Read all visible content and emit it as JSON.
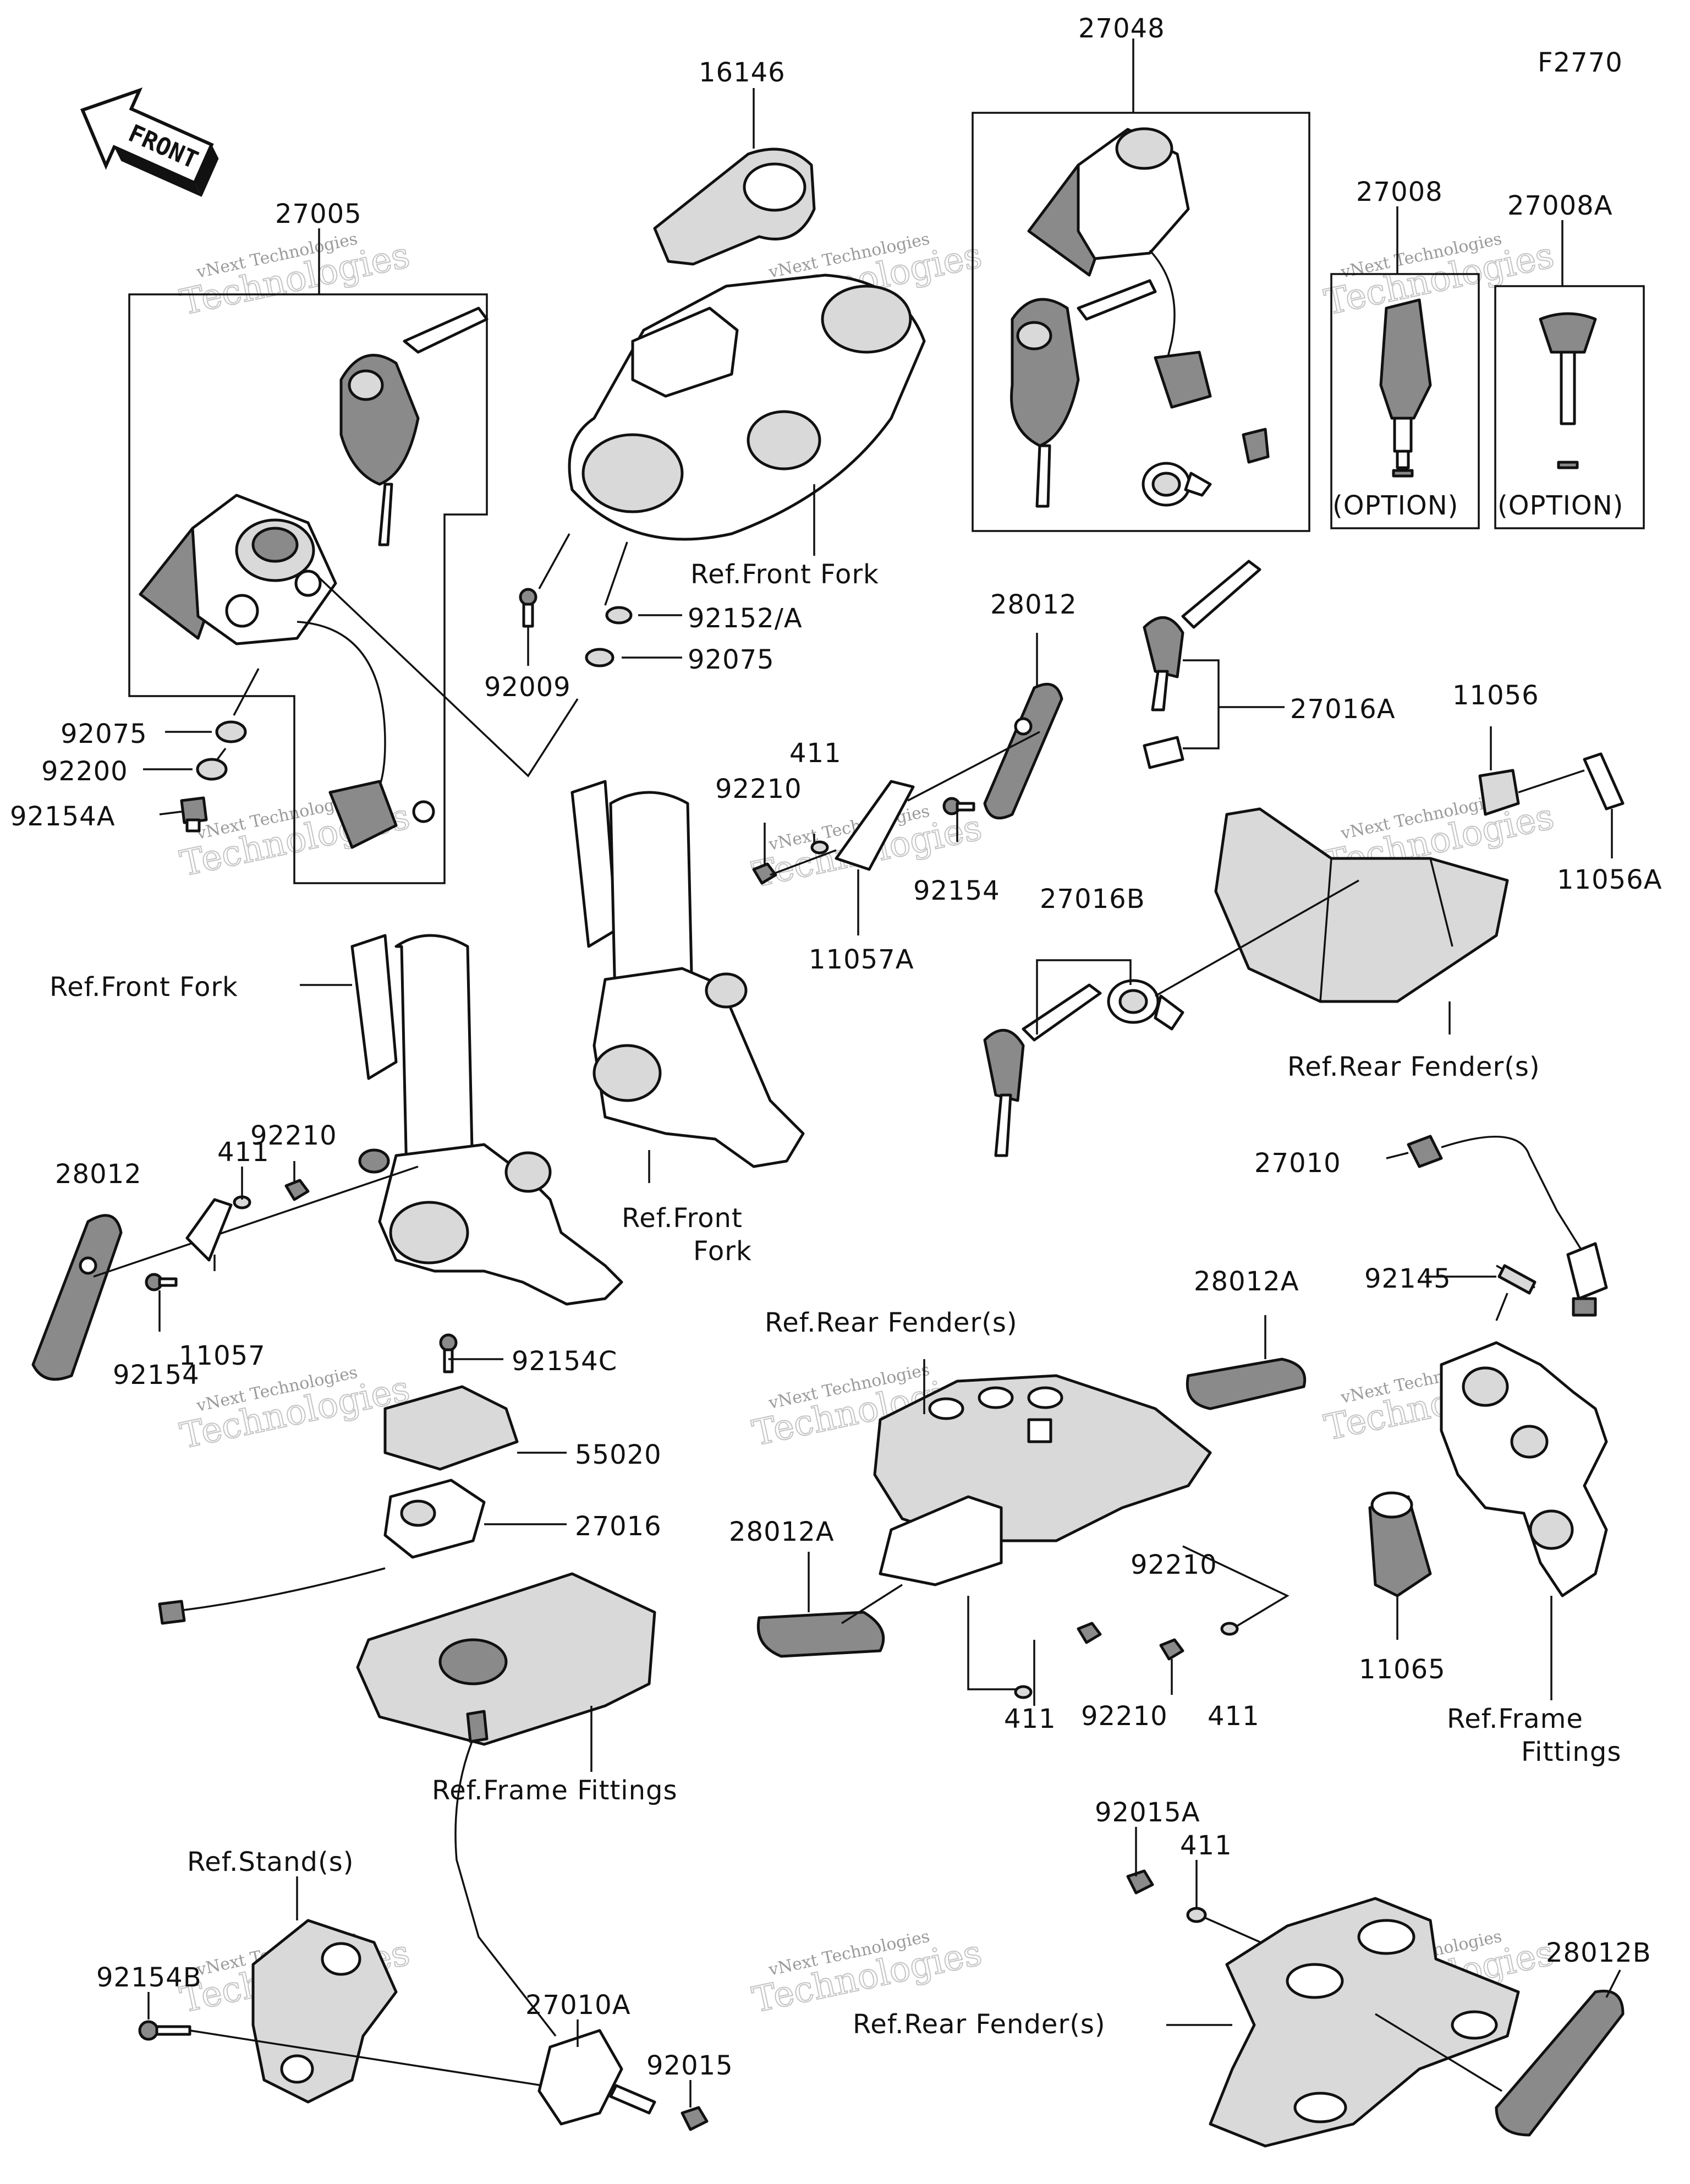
{
  "figure_code": "F2770",
  "front_arrow_label": "FRONT",
  "watermark": {
    "line1": "vNext Technologies",
    "line2": "Technologies"
  },
  "labels": {
    "p16146": "16146",
    "p27048": "27048",
    "p27008": "27008",
    "p27008A": "27008A",
    "p27005": "27005",
    "option_a": "(OPTION)",
    "option_b": "(OPTION)",
    "ref_front_fork_top": "Ref.Front Fork",
    "p92152A": "92152/A",
    "p92075_top": "92075",
    "p92009": "92009",
    "p92075_left": "92075",
    "p92200": "92200",
    "p92154A": "92154A",
    "p28012_top": "28012",
    "p411_top": "411",
    "p92210_top": "92210",
    "p92154_mid": "92154",
    "p11057A": "11057A",
    "p27016A": "27016A",
    "p11056": "11056",
    "p11056A": "11056A",
    "p27016B": "27016B",
    "ref_front_fork_left": "Ref.Front Fork",
    "ref_rear_fender_right": "Ref.Rear Fender(s)",
    "p92210_left": "92210",
    "p411_left": "411",
    "p28012_left": "28012",
    "ref_front_fork_mid_1": "Ref.Front",
    "ref_front_fork_mid_2": "Fork",
    "p27010": "27010",
    "p92145": "92145",
    "p92154_left": "92154",
    "p11057": "11057",
    "p92154C": "92154C",
    "p55020": "55020",
    "p27016": "27016",
    "ref_rear_fender_mid": "Ref.Rear Fender(s)",
    "p28012A_top": "28012A",
    "p28012A_left": "28012A",
    "p92210_mid": "92210",
    "p411_mid_a": "411",
    "p92210_mid_b": "92210",
    "p411_mid_b": "411",
    "p11065": "11065",
    "ref_frame_fittings_right_1": "Ref.Frame",
    "ref_frame_fittings_right_2": "Fittings",
    "ref_frame_fittings_mid": "Ref.Frame Fittings",
    "p92015A": "92015A",
    "p411_bottom": "411",
    "ref_stand": "Ref.Stand(s)",
    "p92154B": "92154B",
    "p27010A": "27010A",
    "p92015": "92015",
    "ref_rear_fender_bottom": "Ref.Rear Fender(s)",
    "p28012B": "28012B"
  }
}
